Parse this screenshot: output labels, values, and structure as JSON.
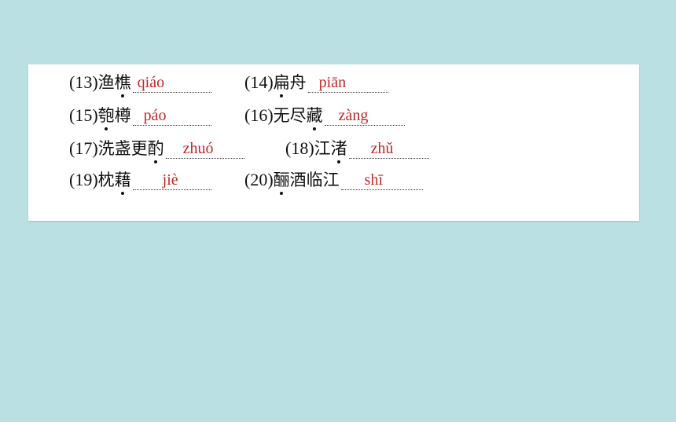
{
  "items": [
    {
      "num": "(13)",
      "pre": "渔",
      "dot": "樵",
      "post": "",
      "answer": "qiáo"
    },
    {
      "num": "(14)",
      "pre": "扁",
      "dot": "",
      "post": "舟",
      "answer": "piān"
    },
    {
      "num": "(15)",
      "pre": "匏",
      "dot": "",
      "post": "樽",
      "answer": "páo"
    },
    {
      "num": "(16)",
      "pre": "无尽",
      "dot": "藏",
      "post": "",
      "answer": "zàng"
    },
    {
      "num": "(17)",
      "pre": "洗盏更",
      "dot": "酌",
      "post": "",
      "answer": "zhuó"
    },
    {
      "num": "(18)",
      "pre": "江",
      "dot": "渚",
      "post": "",
      "answer": "zhǔ"
    },
    {
      "num": "(19)",
      "pre": "枕",
      "dot": "藉",
      "post": "",
      "answer": "jiè"
    },
    {
      "num": "(20)",
      "pre": "",
      "dot": "酾",
      "post": "酒临江",
      "answer": "shī"
    }
  ]
}
